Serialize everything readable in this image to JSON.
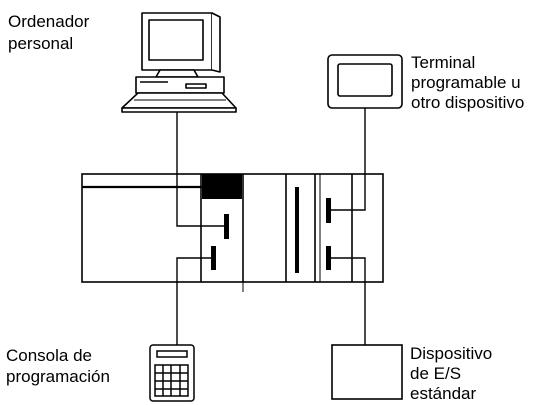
{
  "labels": {
    "pc_line1": "Ordenador",
    "pc_line2": "personal",
    "terminal_line1": "Terminal",
    "terminal_line2": "programable u",
    "terminal_line3": "otro dispositivo",
    "console_line1": "Consola de",
    "console_line2": "programación",
    "io_line1": "Dispositivo",
    "io_line2": "de E/S",
    "io_line3": "estándar"
  },
  "colors": {
    "stroke": "#000000",
    "fill": "#ffffff"
  }
}
